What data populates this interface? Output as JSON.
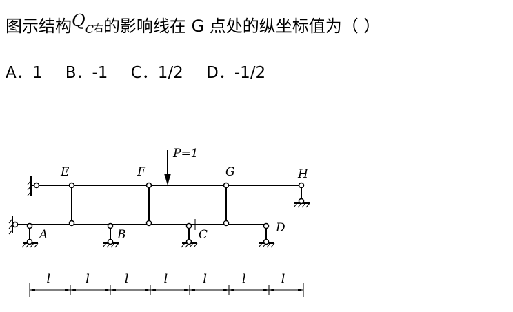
{
  "question": {
    "prefix": "图示结构",
    "symbol": "Q",
    "symbol_sub": "C",
    "symbol_side": "右",
    "suffix": "的影响线在 G 点处的纵坐标值为（      ）"
  },
  "options": [
    {
      "label": "A．1"
    },
    {
      "label": "B．-1"
    },
    {
      "label": "C．1/2"
    },
    {
      "label": "D．-1/2"
    }
  ],
  "diagram": {
    "load_label": "P=1",
    "top_nodes": [
      "E",
      "F",
      "G",
      "H"
    ],
    "bottom_nodes": [
      "A",
      "B",
      "C",
      "D"
    ],
    "span_label": "l",
    "span_count": 7
  }
}
